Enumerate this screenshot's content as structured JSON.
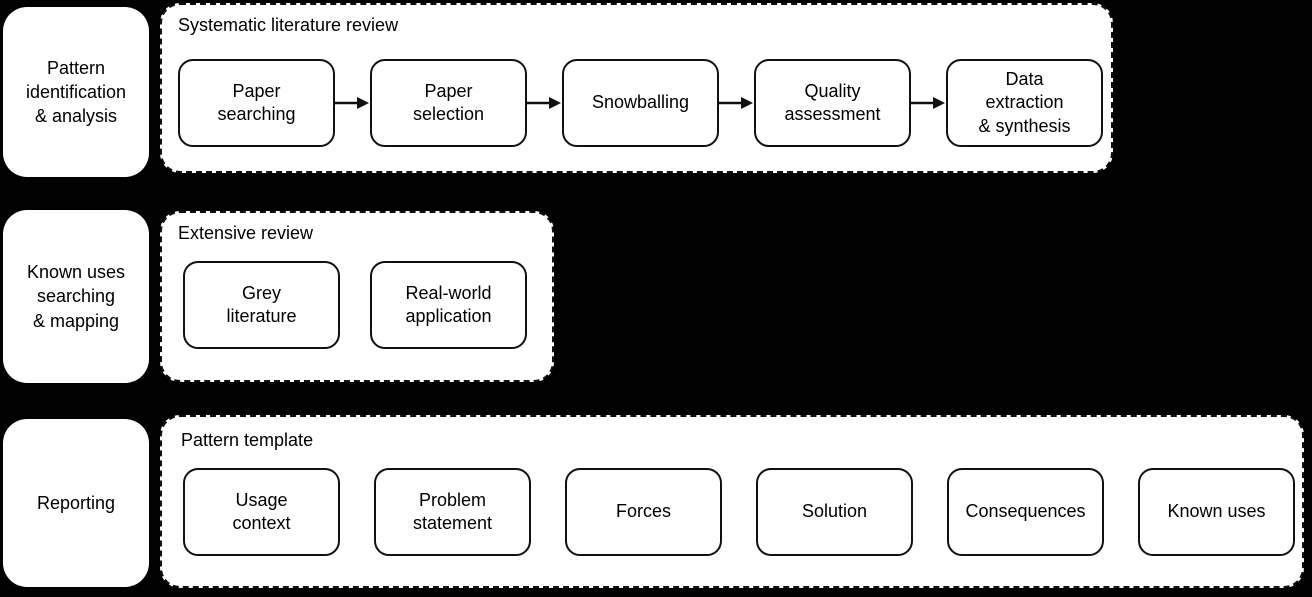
{
  "diagram": {
    "colors": {
      "background": "#000000",
      "panel_fill": "#ffffff",
      "line": "#111111",
      "text": "#000000"
    },
    "rows": [
      {
        "stage": "Pattern\nidentification\n& analysis",
        "group_title": "Systematic literature review",
        "steps": [
          "Paper\nsearching",
          "Paper\nselection",
          "Snowballing",
          "Quality\nassessment",
          "Data\nextraction\n& synthesis"
        ],
        "connected": true
      },
      {
        "stage": "Known uses\nsearching\n& mapping",
        "group_title": "Extensive review",
        "steps": [
          "Grey\nliterature",
          "Real-world\napplication"
        ],
        "connected": false
      },
      {
        "stage": "Reporting",
        "group_title": "Pattern template",
        "steps": [
          "Usage\ncontext",
          "Problem\nstatement",
          "Forces",
          "Solution",
          "Consequences",
          "Known uses"
        ],
        "connected": false
      }
    ]
  }
}
